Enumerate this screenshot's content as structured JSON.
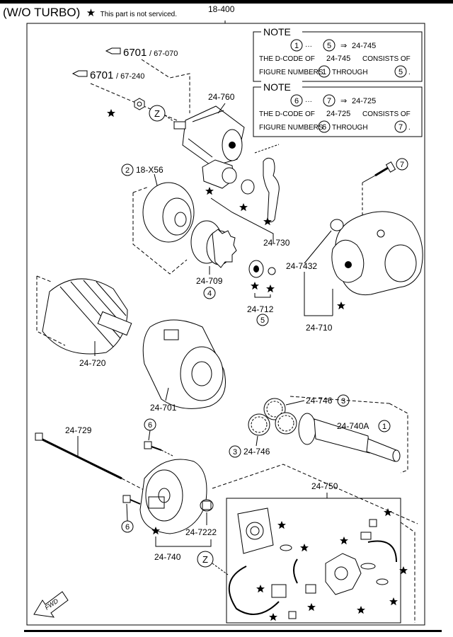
{
  "header": {
    "title": "(W/O TURBO)",
    "star_symbol": "★",
    "star_note": "This part is not serviced.",
    "group_code": "18-400"
  },
  "notes": [
    {
      "heading": "NOTE",
      "range_start": "1",
      "range_end": "5",
      "ellipsis": "···",
      "arrow": "⇒",
      "dcode": "24-745",
      "line2_pre": "THE D-CODE OF",
      "line2_code": "24-745",
      "line2_post": "CONSISTS OF",
      "line3_pre": "FIGURE NUMBERS",
      "line3_mid": "THROUGH",
      "line3_end": "."
    },
    {
      "heading": "NOTE",
      "range_start": "6",
      "range_end": "7",
      "ellipsis": "···",
      "arrow": "⇒",
      "dcode": "24-725",
      "line2_pre": "THE D-CODE OF",
      "line2_code": "24-725",
      "line2_post": "CONSISTS OF",
      "line3_pre": "FIGURE NUMBERS",
      "line3_mid": "THROUGH",
      "line3_end": "."
    }
  ],
  "references": [
    {
      "main": "6701",
      "sub": "/ 67-070"
    },
    {
      "main": "6701",
      "sub": "/ 67-240"
    }
  ],
  "parts": {
    "solenoid": "24-760",
    "cover": "18-X56",
    "drive_lever": "24-730",
    "pinion": "24-709",
    "gear_housing": "24-7432",
    "front_housing": "24-710",
    "ring_set": "24-712",
    "armature": "24-720",
    "yoke": "24-701",
    "gear_top": "24-746",
    "gear_left": "24-746",
    "shaft": "24-740A",
    "bolt": "24-729",
    "rear_cover": "24-740",
    "bushing": "24-7222",
    "brush_holder": "24-750"
  },
  "callouts": {
    "cover": "2",
    "pinion": "4",
    "ring_set": "5",
    "gear_top": "3",
    "gear_left": "3",
    "shaft": "1",
    "screw_top": "6",
    "screw_bottom": "6",
    "bolt_right": "7"
  },
  "z_marks": {
    "upper": "Z",
    "lower": "Z"
  },
  "fwd_label": "FWD",
  "star_symbol": "★"
}
